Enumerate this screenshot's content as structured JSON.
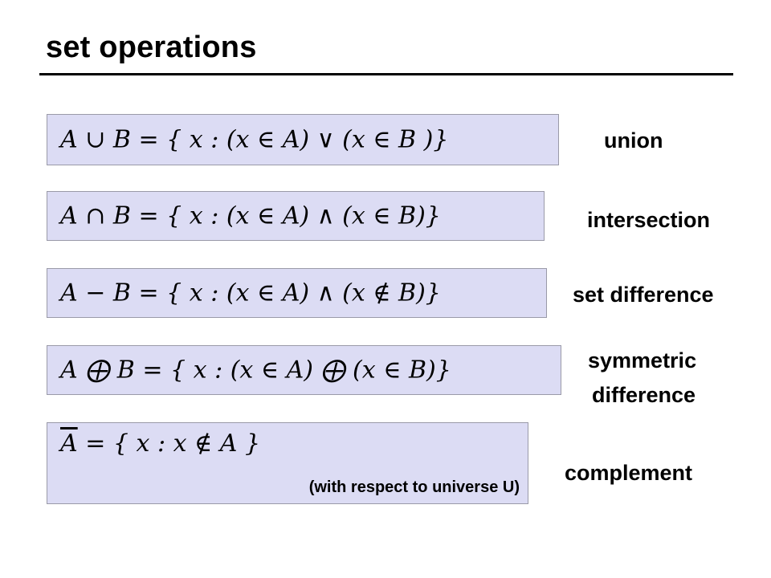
{
  "title": "set operations",
  "operations": [
    {
      "formula": "A ∪ B = { x : (x ∈ A) ∨ (x  ∈ B )}",
      "label": "union"
    },
    {
      "formula": "A ∩ B = { x : (x ∈ A) ∧ (x ∈ B)}",
      "label": "intersection"
    },
    {
      "formula": "A − B = { x : (x ∈ A) ∧ (x ∉ B)}",
      "label": "set difference"
    },
    {
      "formula": "A ⨁ B = { x : (x ∈ A) ⨁ (x ∈ B)}",
      "label_line1": "symmetric",
      "label_line2": "difference"
    },
    {
      "formula_symbol": "A",
      "formula_rest": " = { x : x ∉ A }",
      "note": "(with respect to universe U)",
      "label": "complement"
    }
  ],
  "colors": {
    "box_fill": "#dcdcf4",
    "box_border": "#9a9aa8",
    "text": "#000000"
  }
}
